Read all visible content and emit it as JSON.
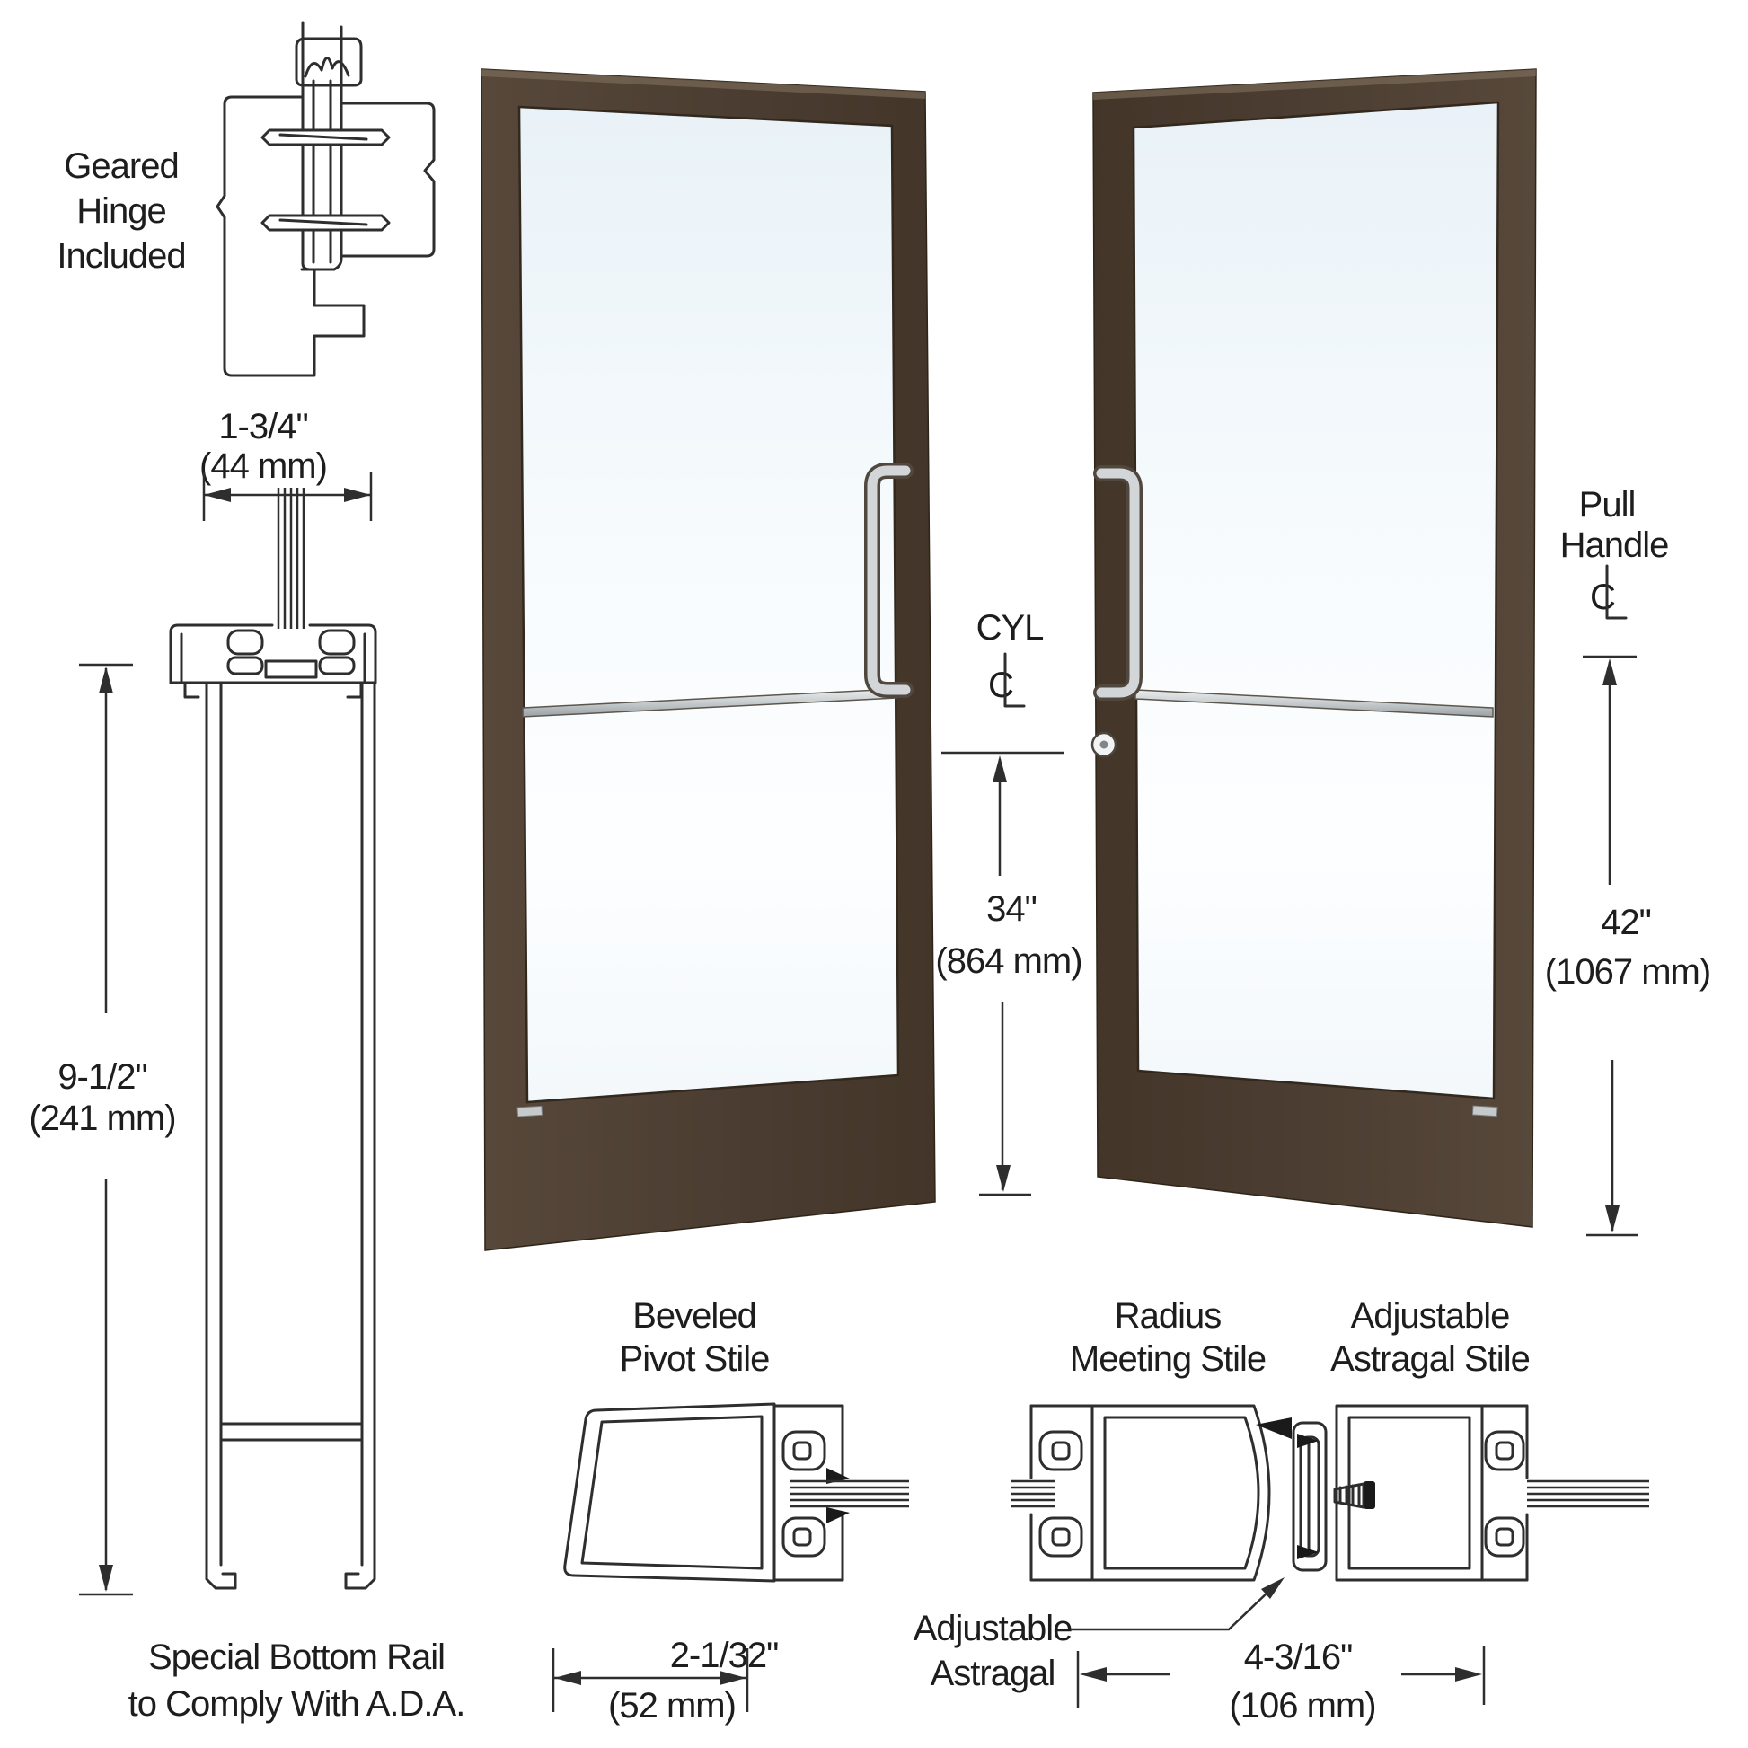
{
  "drawing": {
    "hinge_note": {
      "line1": "Geared",
      "line2": "Hinge",
      "line3": "Included"
    },
    "stile_width_dim": {
      "inches": "1-3/4\"",
      "metric": "(44 mm)"
    },
    "rail_height_dim": {
      "inches": "9-1/2\"",
      "metric": "(241 mm)"
    },
    "ada_note": {
      "line1": "Special Bottom Rail",
      "line2": "to Comply With A.D.A."
    },
    "cyl_label": "CYL",
    "cyl_height_dim": {
      "inches": "34\"",
      "metric": "(864 mm)"
    },
    "pull_handle_label": {
      "line1": "Pull",
      "line2": "Handle"
    },
    "pull_height_dim": {
      "inches": "42\"",
      "metric": "(1067 mm)"
    },
    "beveled_stile_label": {
      "line1": "Beveled",
      "line2": "Pivot Stile"
    },
    "beveled_width_dim": {
      "inches": "2-1/32\"",
      "metric": "(52 mm)"
    },
    "radius_stile_label": {
      "line1": "Radius",
      "line2": "Meeting Stile"
    },
    "astragal_stile_label": {
      "line1": "Adjustable",
      "line2": "Astragal Stile"
    },
    "astragal_callout": {
      "line1": "Adjustable",
      "line2": "Astragal"
    },
    "astragal_width_dim": {
      "inches": "4-3/16\"",
      "metric": "(106 mm)"
    },
    "centerline_letter": "C"
  },
  "colors": {
    "door_bronze": "#4b3d31",
    "door_bronze_light": "#57493b",
    "glass": "#f2f8fc",
    "metal_silver": "#d2d6d8",
    "line_art": "#2e2e2e"
  }
}
